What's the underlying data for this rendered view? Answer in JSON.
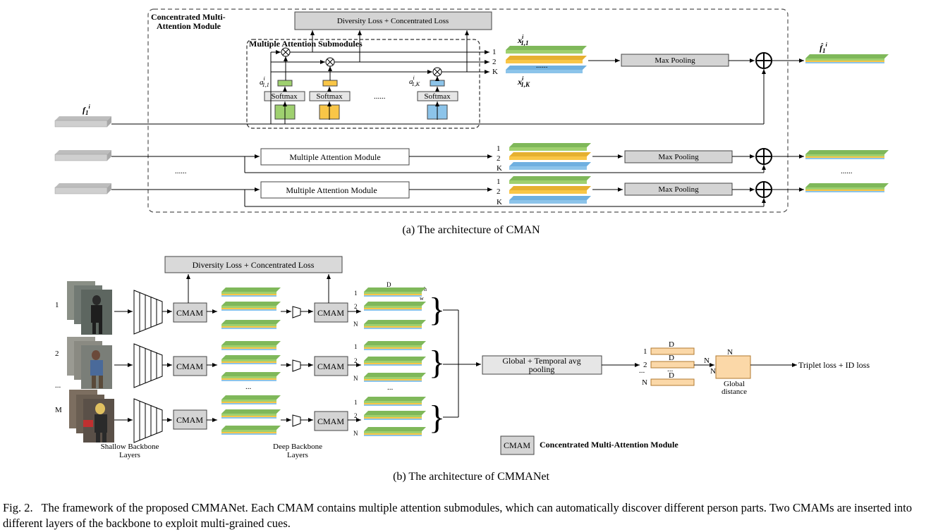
{
  "part_a": {
    "module_title": "Concentrated Multi-Attention Module",
    "loss_box": "Diversity Loss + Concentrated Loss",
    "submodules_title": "Multiple Attention Submodules",
    "softmax": "Softmax",
    "ellipsis": "......",
    "attn_label_first": "a",
    "attn_sub_first": "1,1",
    "attn_sup": "i",
    "attn_label_k": "a",
    "attn_sub_k": "1,K",
    "branch_1": "1",
    "branch_2": "2",
    "branch_k": "K",
    "x_top": "x",
    "x_top_sub": "1,1",
    "x_bottom": "x",
    "x_bottom_sub": "1,K",
    "f_in": "f",
    "f_in_sub": "1",
    "f_out": "f̂",
    "f_out_sub": "1",
    "max_pooling": "Max Pooling",
    "mam": "Multiple Attention Module",
    "caption": "(a) The architecture of CMAN"
  },
  "part_b": {
    "loss_box": "Diversity Loss + Concentrated Loss",
    "cmam": "CMAM",
    "seq_1": "1",
    "seq_2": "2",
    "seq_dots": "...",
    "seq_m": "M",
    "shallow_1": "Shallow Backbone",
    "shallow_2": "Layers",
    "deep_1": "Deep Backbone",
    "deep_2": "Layers",
    "dim_d": "D",
    "dim_h": "h",
    "dim_w": "w",
    "idx_1": "1",
    "idx_2": "2",
    "idx_n": "N",
    "dots": "...",
    "pool_1": "Global + Temporal avg",
    "pool_2": "pooling",
    "global_n": "N",
    "global_1": "Global",
    "global_2": "distance",
    "loss_out": "Triplet loss + ID loss",
    "legend_box": "CMAM",
    "legend_text": "Concentrated Multi-Attention Module",
    "caption": "(b) The architecture of CMMANet"
  },
  "figure_caption": {
    "label": "Fig. 2.",
    "text": "The framework of the proposed CMMANet. Each CMAM contains multiple attention submodules, which can automatically discover different person parts. Two CMAMs are inserted into different layers of the backbone to exploit multi-grained cues."
  },
  "colors": {
    "green": "#9fd06f",
    "yellow": "#f9c647",
    "blue": "#8cc4ea",
    "orange": "#fbd8a8",
    "gray": "#d4d4d4"
  }
}
